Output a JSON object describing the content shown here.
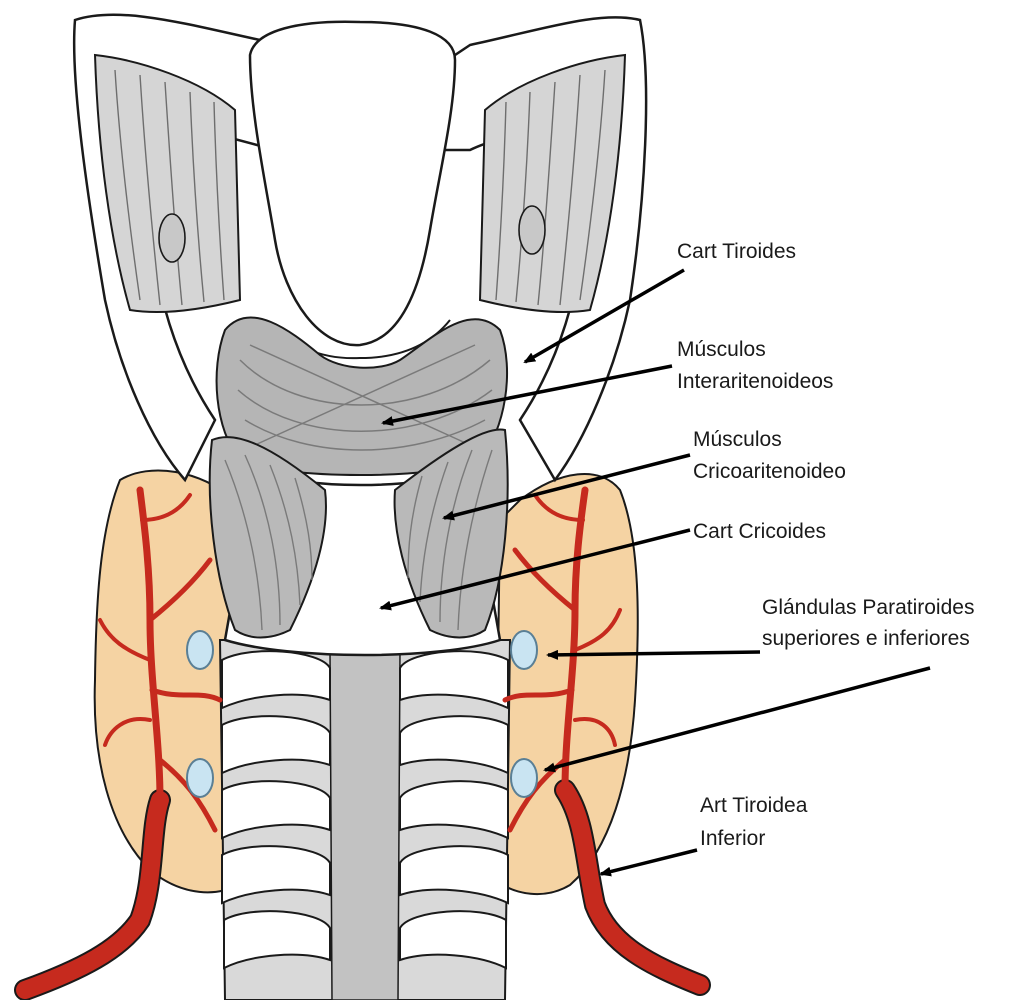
{
  "colors": {
    "background": "#ffffff",
    "cartilage": "#ffffff",
    "muscle_light": "#d8d8d8",
    "muscle_mid": "#b9b9b9",
    "muscle_dark": "#9d9d9d",
    "thyroid_gland": "#f5d3a3",
    "artery": "#c62a1e",
    "parathyroid": "#c9e4f2",
    "outline": "#1a1a1a"
  },
  "labels": {
    "cart_tiroides": "Cart Tiroides",
    "musculos_inter_1": "Músculos",
    "musculos_inter_2": "Interaritenoideos",
    "musculos_crico_1": "Músculos",
    "musculos_crico_2": "Cricoaritenoideo",
    "cart_cricoides": "Cart Cricoides",
    "glandulas_1": "Glándulas Paratiroides",
    "glandulas_2": "superiores e inferiores",
    "art_tiroidea_1": "Art Tiroidea",
    "art_tiroidea_2": "Inferior"
  }
}
